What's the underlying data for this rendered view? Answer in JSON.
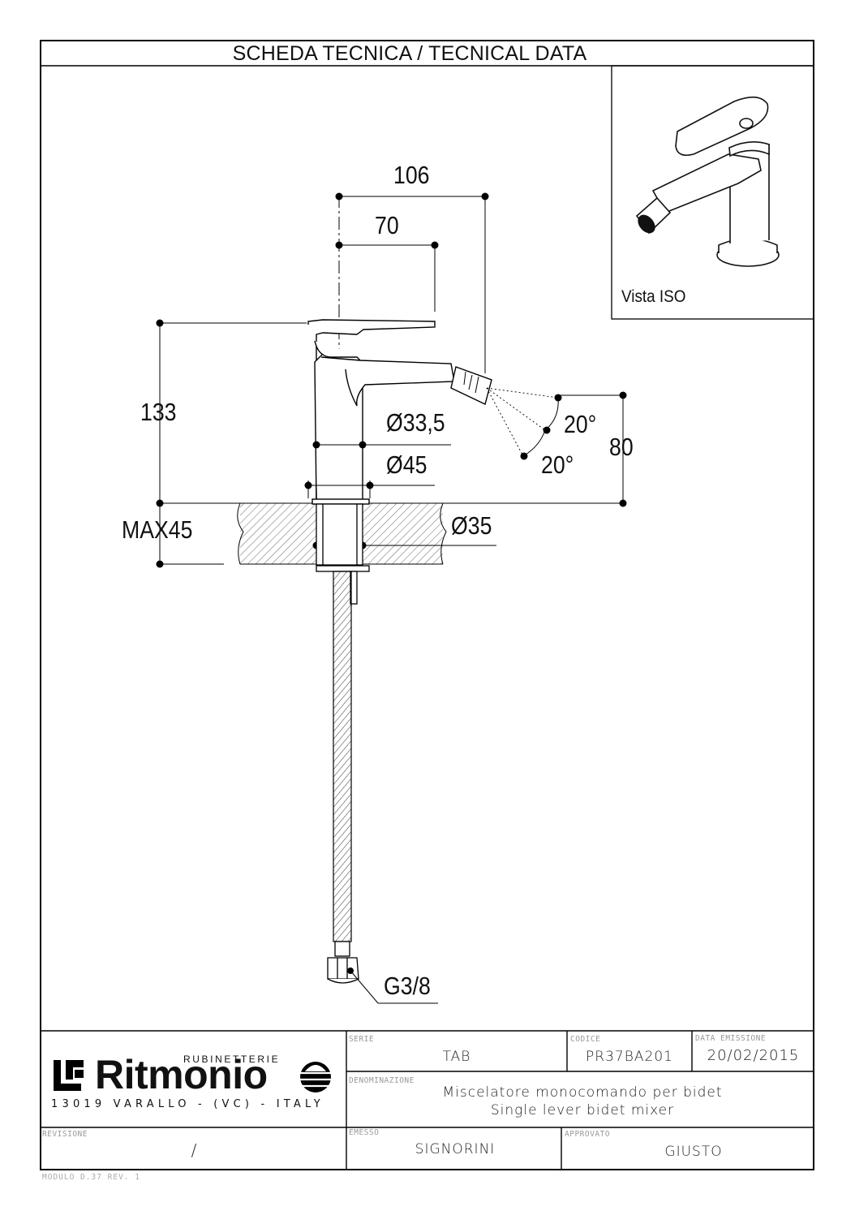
{
  "header": {
    "title": "SCHEDA TECNICA / TECNICAL DATA"
  },
  "iso_view": {
    "label": "Vista ISO"
  },
  "dimensions": {
    "width_106": "106",
    "width_70": "70",
    "height_133": "133",
    "diameter_33_5": "Ø33,5",
    "diameter_45": "Ø45",
    "diameter_35": "Ø35",
    "max_45": "MAX45",
    "angle_upper": "20°",
    "angle_lower": "20°",
    "height_80": "80",
    "thread": "G3/8"
  },
  "title_block": {
    "logo": {
      "brand": "Ritmonio",
      "tagline": "RUBINETTERIE",
      "address": "13019 VARALLO - (VC) - ITALY"
    },
    "serie_label": "SERIE",
    "serie_value": "TAB",
    "codice_label": "CODICE",
    "codice_value": "PR37BA201",
    "data_label": "DATA EMISSIONE",
    "data_value": "20/02/2015",
    "denominazione_label": "DENOMINAZIONE",
    "denominazione_it": "Miscelatore monocomando per bidet",
    "denominazione_en": "Single lever bidet mixer",
    "revisione_label": "REVISIONE",
    "revisione_value": "/",
    "emesso_label": "EMESSO",
    "emesso_value": "SIGNORINI",
    "approvato_label": "APPROVATO",
    "approvato_value": "GIUSTO"
  },
  "footer": {
    "form_code": "MODULO D.37 REV. 1"
  }
}
